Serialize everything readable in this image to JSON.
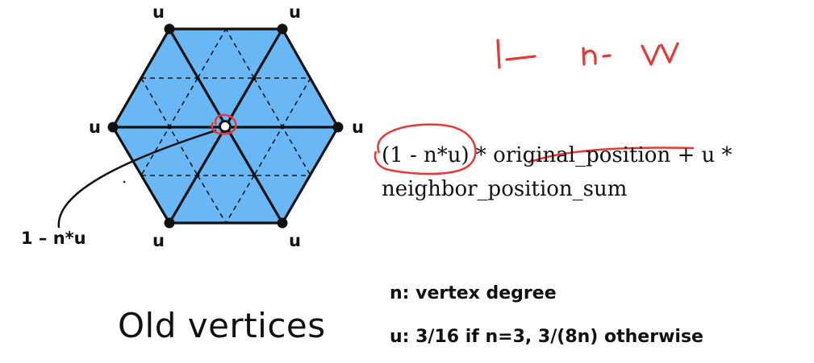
{
  "diagram": {
    "vertex_labels": [
      "u",
      "u",
      "u",
      "u",
      "u",
      "u"
    ],
    "center_label": "1 – n*u",
    "title": "Old vertices"
  },
  "formula": {
    "line1_prefix": "(1 - n*u)",
    "line1_suffix": " * original_position + u *",
    "line2": "neighbor_position_sum"
  },
  "definitions": {
    "n": "n: vertex degree",
    "u": "u: 3/16 if n=3, 3/(8n) otherwise"
  },
  "annotation": {
    "handwritten_note": "1 – n· u",
    "ink_color": "#e53935"
  },
  "colors": {
    "hex_fill": "#6ab7f5",
    "line": "#111111"
  }
}
